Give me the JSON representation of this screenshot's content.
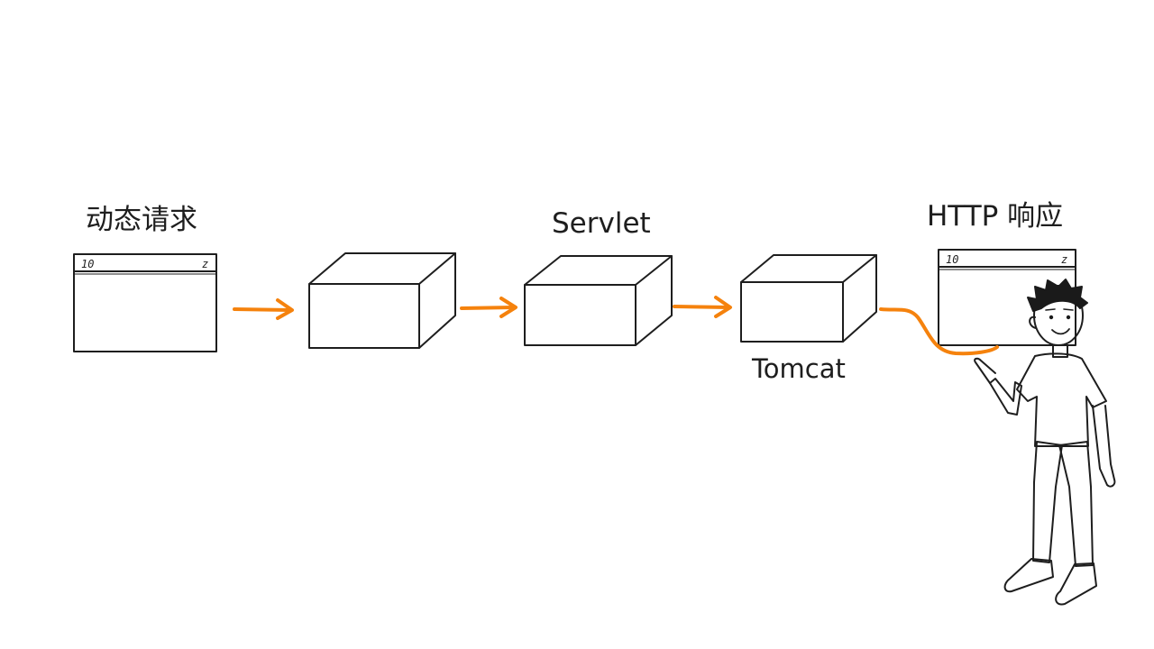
{
  "labels": {
    "request": "动态请求",
    "servlet": "Servlet",
    "tomcat": "Tomcat",
    "response": "HTTP 响应"
  },
  "windows": {
    "request": {
      "left_mark": "10",
      "right_mark": "z"
    },
    "response": {
      "left_mark": "10",
      "right_mark": "z"
    }
  },
  "colors": {
    "ink": "#1e1e1e",
    "arrow": "#f5820d",
    "shirt": "#ffffff",
    "pants": "#6b6b6b",
    "shoes": "#3a7bd5",
    "skin": "#f7e4cf",
    "hair": "#1a1a1a"
  },
  "icons": [
    "person-pointing-icon",
    "arrow-right-icon",
    "box-icon",
    "window-icon"
  ]
}
